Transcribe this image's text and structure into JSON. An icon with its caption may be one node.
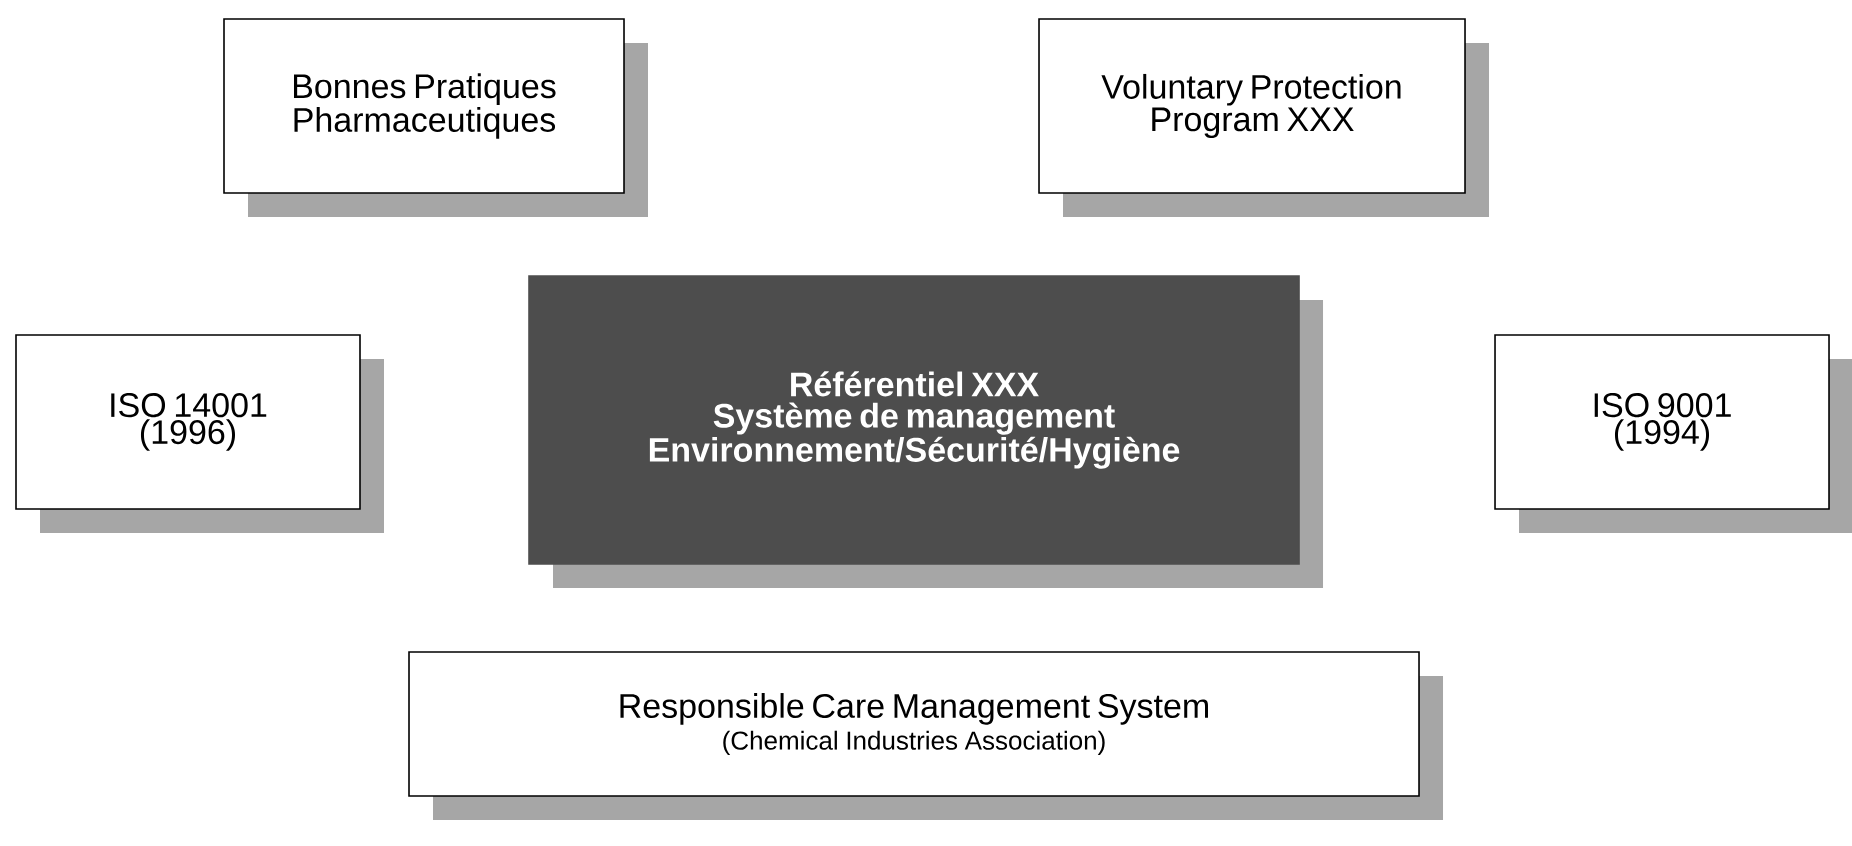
{
  "diagram": {
    "nodes": [
      {
        "text": [
          "Bonnes Pratiques Pharmaceutiques"
        ]
      },
      {
        "text": [
          "Voluntary Protection Program XXX"
        ]
      },
      {
        "text": [
          "ISO 14001 (1996)"
        ]
      },
      {
        "text": [
          "Référentiel XXX",
          "Système de management Environnement/Sécurité/Hygiène"
        ]
      },
      {
        "text": [
          "ISO 9001 (1994)"
        ]
      },
      {
        "text": [
          "Responsible Care Management System",
          "(Chemical Industries Association)"
        ]
      }
    ]
  }
}
